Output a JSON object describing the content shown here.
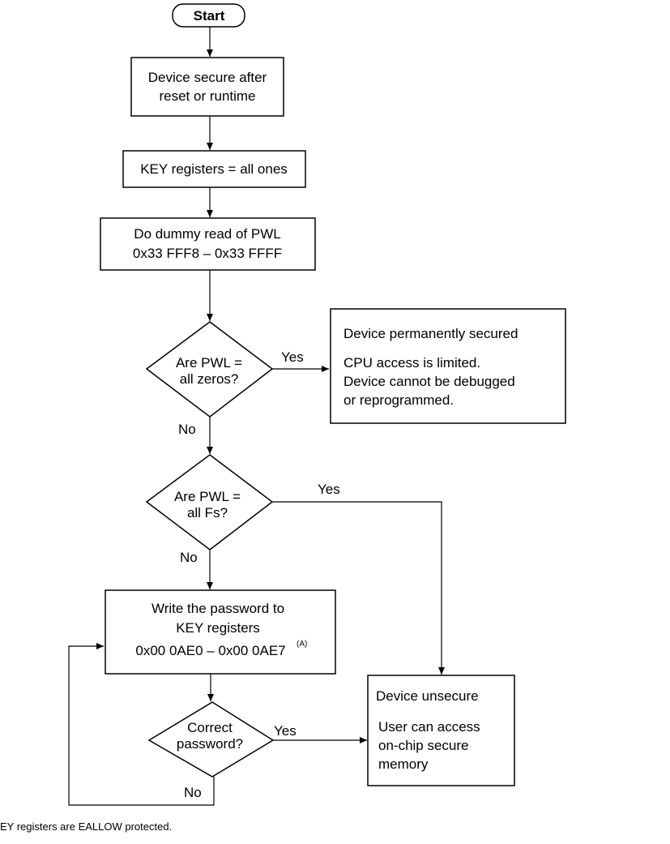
{
  "start": {
    "label": "Start"
  },
  "step_secure": {
    "line1": "Device secure after",
    "line2": "reset or runtime"
  },
  "step_key": {
    "label": "KEY registers = all ones"
  },
  "step_dummy": {
    "line1": "Do dummy read of PWL",
    "line2": "0x33 FFF8 – 0x33 FFFF"
  },
  "decision_zeros": {
    "line1": "Are PWL =",
    "line2": "all zeros?",
    "yes": "Yes",
    "no": "No"
  },
  "box_permanent": {
    "title": "Device permanently secured",
    "line1": "CPU access is limited.",
    "line2": "Device cannot be debugged",
    "line3": "or reprogrammed."
  },
  "decision_fs": {
    "line1": "Are PWL =",
    "line2": "all Fs?",
    "yes": "Yes",
    "no": "No"
  },
  "step_write": {
    "line1": "Write the password to",
    "line2": "KEY registers",
    "line3": "0x00 0AE0 – 0x00 0AE7",
    "note_ref": "(A)"
  },
  "decision_password": {
    "line1": "Correct",
    "line2": "password?",
    "yes": "Yes",
    "no": "No"
  },
  "box_unsecure": {
    "title": "Device unsecure",
    "line1": "User can access",
    "line2": "on-chip secure",
    "line3": "memory"
  },
  "footnote": "EY registers are EALLOW protected."
}
